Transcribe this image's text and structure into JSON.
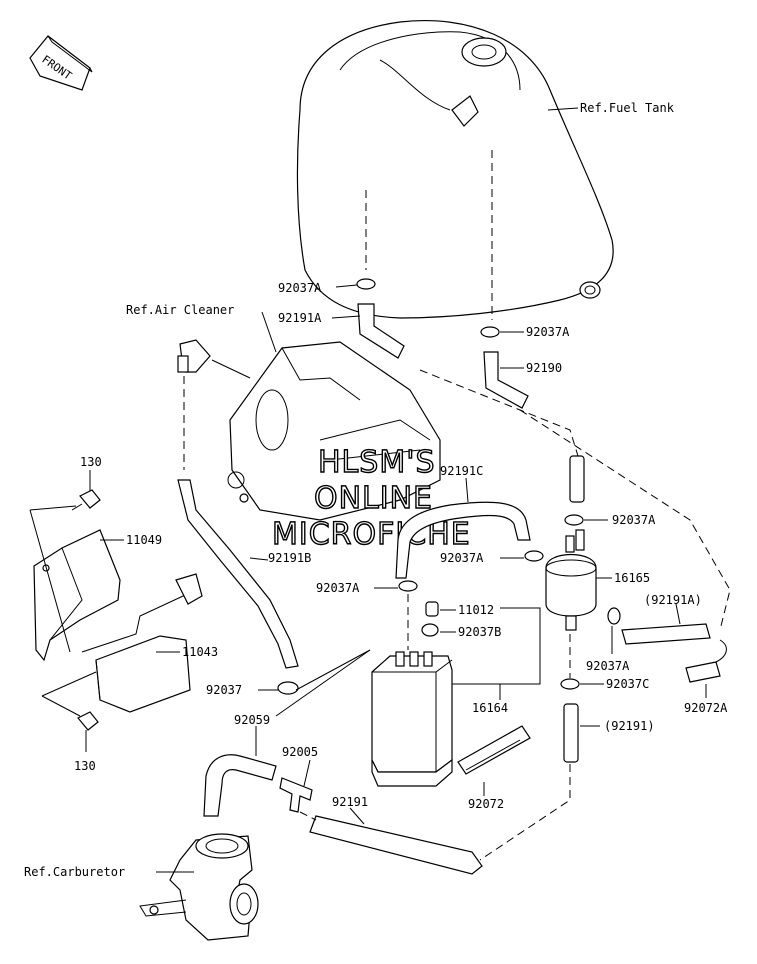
{
  "labels": {
    "front": "FRONT",
    "ref_fuel_tank": "Ref.Fuel Tank",
    "ref_air_cleaner": "Ref.Air Cleaner",
    "ref_carburetor": "Ref.Carburetor",
    "p92037A_1": "92037A",
    "p92191A": "92191A",
    "p92037A_2": "92037A",
    "p92190": "92190",
    "p130_top": "130",
    "p11049": "11049",
    "p92191C": "92191C",
    "p92037A_3": "92037A",
    "p92037A_4": "92037A",
    "p16165": "16165",
    "p92037A_5": "92037A",
    "p92191B": "92191B",
    "p11012": "11012",
    "p92037B": "92037B",
    "p92191A_paren": "(92191A)",
    "p11043": "11043",
    "p92037A_6": "92037A",
    "p92037C": "92037C",
    "p92072A": "92072A",
    "p92037": "92037",
    "p16164": "16164",
    "p92059": "92059",
    "p92005": "92005",
    "p92191_paren": "(92191)",
    "p130_bottom": "130",
    "p92191": "92191",
    "p92072": "92072"
  },
  "watermark": {
    "line1": "HLSM'S",
    "line2": "ONLINE",
    "line3": "MICROFICHE"
  }
}
